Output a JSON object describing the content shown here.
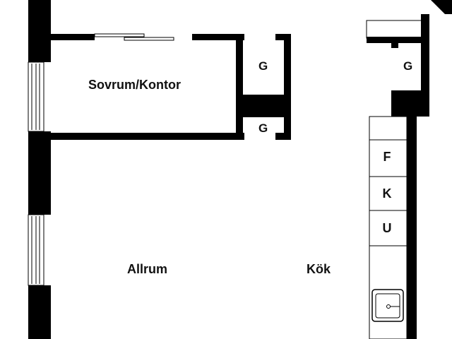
{
  "rooms": {
    "bedroom": "Sovrum/Kontor",
    "living": "Allrum",
    "kitchen": "Kök"
  },
  "closets": {
    "closet_1": "G",
    "closet_2": "G",
    "closet_3": "G"
  },
  "appliances": {
    "fridge": "F",
    "freezer": "K",
    "oven": "U"
  },
  "colors": {
    "wall": "#000000",
    "background": "#ffffff"
  }
}
